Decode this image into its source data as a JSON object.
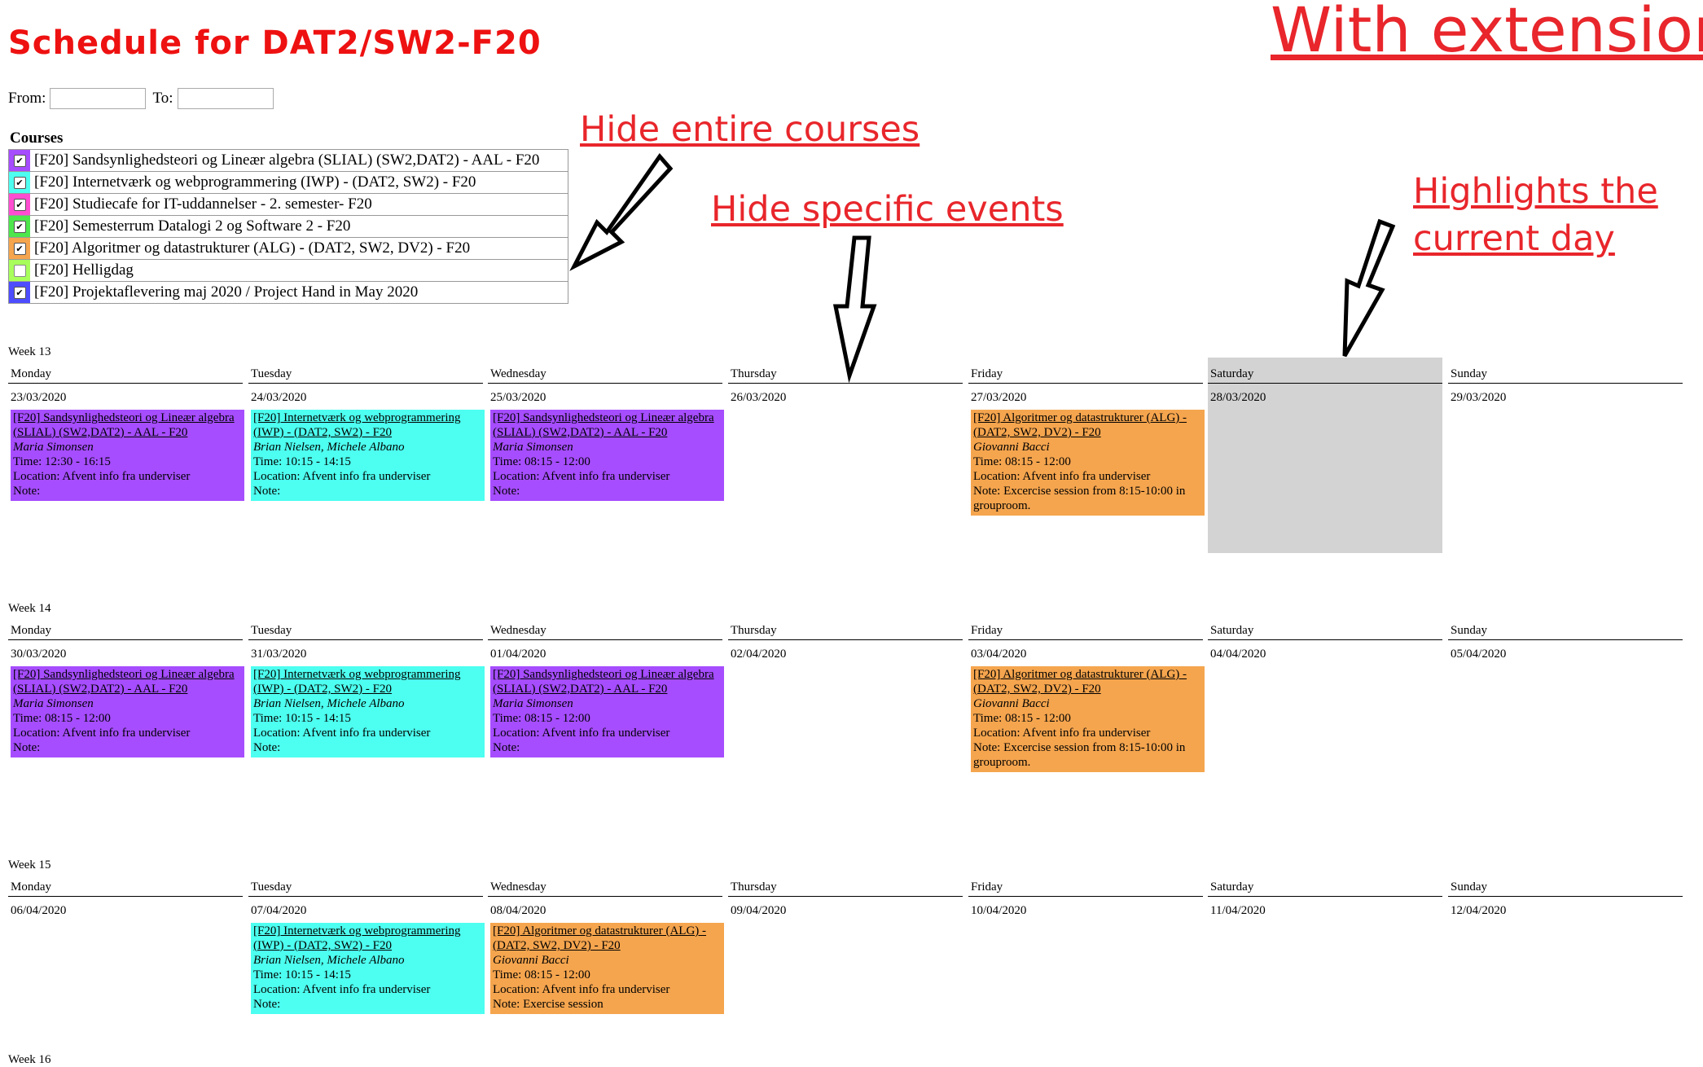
{
  "page_title": "Schedule for DAT2/SW2-F20",
  "filters": {
    "from_label": "From:",
    "from_value": "",
    "to_label": "To:",
    "to_value": ""
  },
  "courses": {
    "heading": "Courses",
    "items": [
      {
        "label": "[F20] Sandsynlighedsteori og Lineær algebra (SLIAL) (SW2,DAT2) - AAL - F20",
        "color": "#a64dff",
        "checked": true
      },
      {
        "label": "[F20] Internetværk og webprogrammering (IWP) - (DAT2, SW2) - F20",
        "color": "#4dfff0",
        "checked": true
      },
      {
        "label": "[F20] Studiecafe for IT-uddannelser - 2. semester- F20",
        "color": "#ff4dd2",
        "checked": true
      },
      {
        "label": "[F20] Semesterrum Datalogi 2 og Software 2 - F20",
        "color": "#4de64d",
        "checked": true
      },
      {
        "label": "[F20] Algoritmer og datastrukturer (ALG) - (DAT2, SW2, DV2) - F20",
        "color": "#f5a54e",
        "checked": true
      },
      {
        "label": "[F20] Helligdag",
        "color": "#a8ff5c",
        "checked": false
      },
      {
        "label": "[F20] Projektaflevering maj 2020 / Project Hand in May 2020",
        "color": "#4d4dff",
        "checked": true
      }
    ]
  },
  "day_names": [
    "Monday",
    "Tuesday",
    "Wednesday",
    "Thursday",
    "Friday",
    "Saturday",
    "Sunday"
  ],
  "weeks": [
    {
      "label": "Week 13",
      "days": [
        {
          "date": "23/03/2020",
          "events": [
            {
              "title": "[F20] Sandsynlighedsteori og Lineær algebra (SLIAL) (SW2,DAT2) - AAL - F20",
              "teacher": "Maria Simonsen",
              "time": "Time: 12:30 - 16:15",
              "location": "Location: Afvent info fra underviser",
              "note": "Note:",
              "color": "#a64dff"
            }
          ]
        },
        {
          "date": "24/03/2020",
          "events": [
            {
              "title": "[F20] Internetværk og webprogrammering (IWP) - (DAT2, SW2) - F20",
              "teacher": "Brian Nielsen, Michele Albano",
              "time": "Time: 10:15 - 14:15",
              "location": "Location: Afvent info fra underviser",
              "note": "Note:",
              "color": "#4dfff0"
            }
          ]
        },
        {
          "date": "25/03/2020",
          "events": [
            {
              "title": "[F20] Sandsynlighedsteori og Lineær algebra (SLIAL) (SW2,DAT2) - AAL - F20",
              "teacher": "Maria Simonsen",
              "time": "Time: 08:15 - 12:00",
              "location": "Location: Afvent info fra underviser",
              "note": "Note:",
              "color": "#a64dff"
            }
          ]
        },
        {
          "date": "26/03/2020",
          "events": []
        },
        {
          "date": "27/03/2020",
          "events": [
            {
              "title": "[F20] Algoritmer og datastrukturer (ALG) - (DAT2, SW2, DV2) - F20",
              "teacher": "Giovanni Bacci",
              "time": "Time: 08:15 - 12:00",
              "location": "Location: Afvent info fra underviser",
              "note": "Note: Excercise session from 8:15-10:00 in grouproom.",
              "color": "#f5a54e"
            }
          ]
        },
        {
          "date": "28/03/2020",
          "events": [],
          "today": true
        },
        {
          "date": "29/03/2020",
          "events": []
        }
      ]
    },
    {
      "label": "Week 14",
      "days": [
        {
          "date": "30/03/2020",
          "events": [
            {
              "title": "[F20] Sandsynlighedsteori og Lineær algebra (SLIAL) (SW2,DAT2) - AAL - F20",
              "teacher": "Maria Simonsen",
              "time": "Time: 08:15 - 12:00",
              "location": "Location: Afvent info fra underviser",
              "note": "Note:",
              "color": "#a64dff"
            }
          ]
        },
        {
          "date": "31/03/2020",
          "events": [
            {
              "title": "[F20] Internetværk og webprogrammering (IWP) - (DAT2, SW2) - F20",
              "teacher": "Brian Nielsen, Michele Albano",
              "time": "Time: 10:15 - 14:15",
              "location": "Location: Afvent info fra underviser",
              "note": "Note:",
              "color": "#4dfff0"
            }
          ]
        },
        {
          "date": "01/04/2020",
          "events": [
            {
              "title": "[F20] Sandsynlighedsteori og Lineær algebra (SLIAL) (SW2,DAT2) - AAL - F20",
              "teacher": "Maria Simonsen",
              "time": "Time: 08:15 - 12:00",
              "location": "Location: Afvent info fra underviser",
              "note": "Note:",
              "color": "#a64dff"
            }
          ]
        },
        {
          "date": "02/04/2020",
          "events": []
        },
        {
          "date": "03/04/2020",
          "events": [
            {
              "title": "[F20] Algoritmer og datastrukturer (ALG) - (DAT2, SW2, DV2) - F20",
              "teacher": "Giovanni Bacci",
              "time": "Time: 08:15 - 12:00",
              "location": "Location: Afvent info fra underviser",
              "note": "Note: Excercise session from 8:15-10:00 in grouproom.",
              "color": "#f5a54e"
            }
          ]
        },
        {
          "date": "04/04/2020",
          "events": []
        },
        {
          "date": "05/04/2020",
          "events": []
        }
      ]
    },
    {
      "label": "Week 15",
      "days": [
        {
          "date": "06/04/2020",
          "events": []
        },
        {
          "date": "07/04/2020",
          "events": [
            {
              "title": "[F20] Internetværk og webprogrammering (IWP) - (DAT2, SW2) - F20",
              "teacher": "Brian Nielsen, Michele Albano",
              "time": "Time: 10:15 - 14:15",
              "location": "Location: Afvent info fra underviser",
              "note": "Note:",
              "color": "#4dfff0"
            }
          ]
        },
        {
          "date": "08/04/2020",
          "events": [
            {
              "title": "[F20] Algoritmer og datastrukturer (ALG) - (DAT2, SW2, DV2) - F20",
              "teacher": "Giovanni Bacci",
              "time": "Time: 08:15 - 12:00",
              "location": "Location: Afvent info fra underviser",
              "note": "Note: Exercise session",
              "color": "#f5a54e"
            }
          ]
        },
        {
          "date": "09/04/2020",
          "events": []
        },
        {
          "date": "10/04/2020",
          "events": []
        },
        {
          "date": "11/04/2020",
          "events": []
        },
        {
          "date": "12/04/2020",
          "events": []
        }
      ]
    },
    {
      "label": "Week 16",
      "days": []
    }
  ],
  "annotations": {
    "extension": "With extension",
    "hide_courses": "Hide entire courses",
    "hide_events": "Hide specific events",
    "highlight_line1": "Highlights the",
    "highlight_line2": "current day"
  },
  "colors": {
    "title": "#ee1111",
    "annotation": "#e8262b",
    "today_highlight": "#d3d3d3"
  }
}
